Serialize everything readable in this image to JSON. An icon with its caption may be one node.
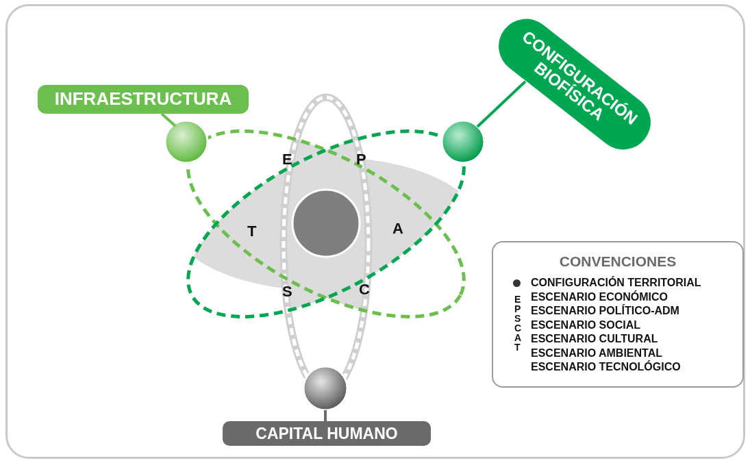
{
  "diagram": {
    "nodes": [
      {
        "text": [
          "INFRAESTRUCTURA"
        ]
      },
      {
        "text": [],
        "shape": "circle"
      },
      {
        "text": [
          "CONFIGURACIÓN BIOFÍSICA"
        ]
      },
      {
        "text": [],
        "shape": "circle"
      },
      {
        "text": [],
        "shape": "circle"
      },
      {
        "text": [],
        "shape": "circle"
      },
      {
        "text": [
          "CAPITAL HUMANO"
        ]
      }
    ],
    "edges": [
      {
        "from": 0,
        "to": 1,
        "arrow": "none",
        "color": "#6cbf4f"
      },
      {
        "from": 2,
        "to": 3,
        "arrow": "none",
        "color": "#00a651"
      },
      {
        "from": 6,
        "to": 5,
        "arrow": "none",
        "color": "#6a6a6a"
      }
    ],
    "labels": [
      "E",
      "P",
      "T",
      "A",
      "S",
      "C",
      "CONVENCIONES",
      "E",
      "P",
      "S",
      "C",
      "A",
      "T"
    ],
    "legend": [
      {
        "text": "CONFIGURACIÓN TERRITORIAL",
        "color": "#333333"
      },
      {
        "text": "ESCENARIO ECONÓMICO"
      },
      {
        "text": "ESCENARIO POLÍTICO-ADM"
      },
      {
        "text": "ESCENARIO SOCIAL"
      },
      {
        "text": "ESCENARIO CULTURAL"
      },
      {
        "text": "ESCENARIO AMBIENTAL"
      },
      {
        "text": "ESCENARIO TECNOLÓGICO"
      }
    ]
  }
}
